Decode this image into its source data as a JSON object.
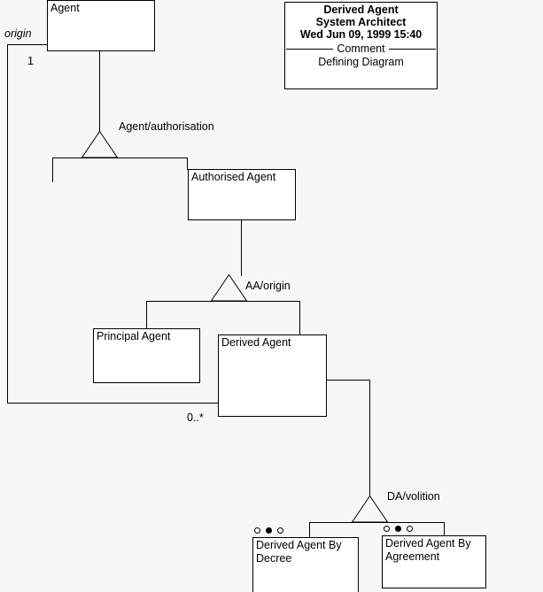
{
  "diagram": {
    "title": "Derived Agent",
    "kind": "uml-class-diagram",
    "background_color": "#f7f7f7",
    "line_color": "#000000",
    "box_fill": "#ffffff"
  },
  "note": {
    "title": "Derived Agent",
    "subtitle": "System Architect",
    "date": "Wed Jun 09, 1999  15:40",
    "divider_label": "Comment",
    "body": "Defining Diagram"
  },
  "classes": [
    {
      "id": "agent",
      "name": "Agent"
    },
    {
      "id": "authorised_agent",
      "name": "Authorised Agent"
    },
    {
      "id": "principal_agent",
      "name": "Principal Agent"
    },
    {
      "id": "derived_agent",
      "name": "Derived Agent"
    },
    {
      "id": "derived_agent_by_decree",
      "name": "Derived Agent By Decree"
    },
    {
      "id": "derived_agent_by_agreement",
      "name": "Derived Agent By Agreement"
    }
  ],
  "generalizations": [
    {
      "id": "agent_authorisation",
      "label": "Agent/authorisation",
      "parent": "Agent"
    },
    {
      "id": "aa_origin",
      "label": "AA/origin",
      "parent": "Authorised Agent"
    },
    {
      "id": "da_volition",
      "label": "DA/volition",
      "parent": "Derived Agent"
    }
  ],
  "association": {
    "role_label": "origin",
    "source_multiplicity": "1",
    "target_multiplicity": "0..*"
  },
  "markers": {
    "decree": [
      "hollow",
      "filled",
      "hollow"
    ],
    "agreement": [
      "hollow",
      "filled",
      "hollow"
    ]
  }
}
